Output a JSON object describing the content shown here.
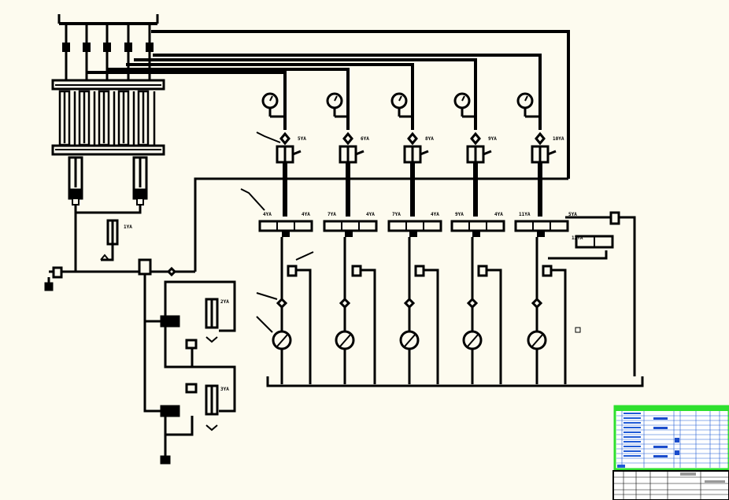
{
  "colors": {
    "background": "#fdfbef",
    "line": "#000000",
    "title_block_border": "#2ee02e",
    "title_block_fill": "#ffffff",
    "title_block_text": "#1f5bd6",
    "title_block_highlight": "#1a4ccc"
  },
  "diagram": {
    "branches": [
      {
        "valve_tag": "5YA",
        "spool_left": "4YA",
        "spool_right": "4YA"
      },
      {
        "valve_tag": "6YA",
        "spool_left": "7YA",
        "spool_right": "4YA"
      },
      {
        "valve_tag": "8YA",
        "spool_left": "7YA",
        "spool_right": "4YA"
      },
      {
        "valve_tag": "9YA",
        "spool_left": "9YA",
        "spool_right": "4YA"
      },
      {
        "valve_tag": "10YA",
        "spool_left": "11YA",
        "spool_right": "5YA"
      }
    ],
    "main_relief_tag": "1YA",
    "bottom_valve_tags": [
      "2YA",
      "3YA"
    ],
    "right_valve_tag": "12YA"
  }
}
